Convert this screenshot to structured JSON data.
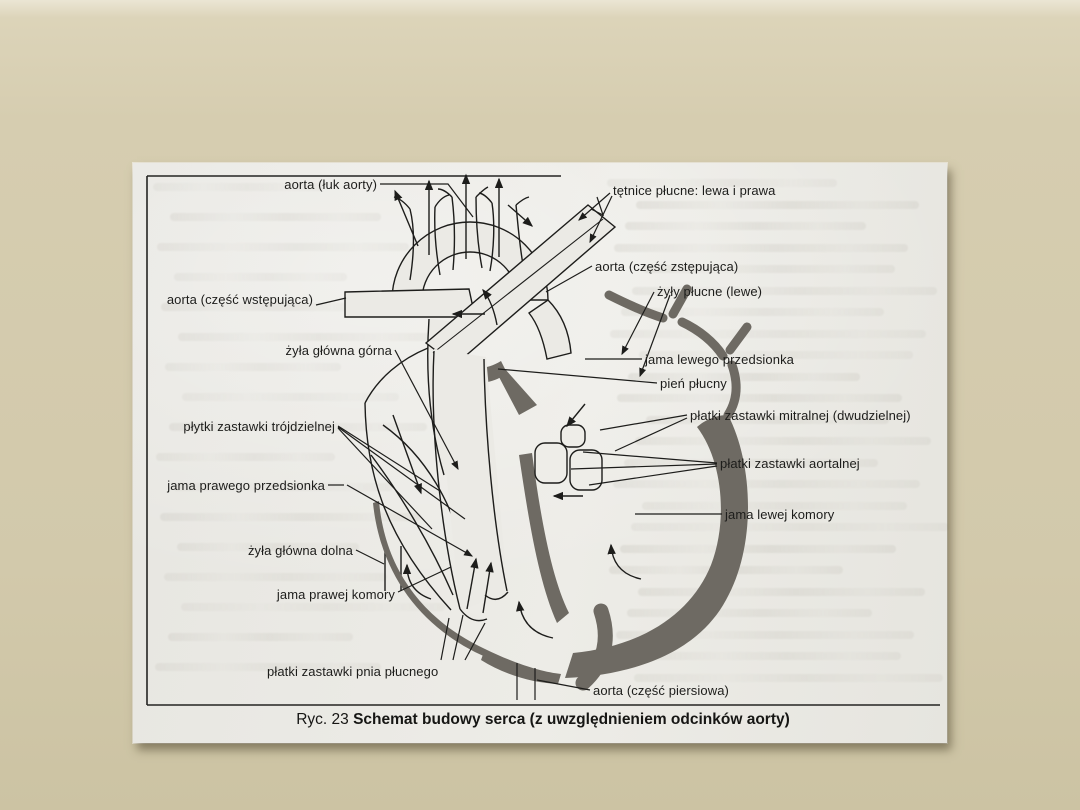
{
  "figure": {
    "caption_prefix": "Ryc. 23",
    "caption_title": "Schemat budowy serca (z uwzględnieniem odcinków aorty)"
  },
  "labels": {
    "luk_aorty": "aorta (łuk aorty)",
    "tetnice_plucne": "tętnice płucne: lewa i prawa",
    "czesc_zstepujaca": "aorta (część zstępująca)",
    "zyly_plucne": "żyły płucne (lewe)",
    "jama_lewego_przedsionka": "jama lewego przedsionka",
    "pien_plucny": "pień płucny",
    "zastawka_mitralna": "płatki zastawki mitralnej (dwudzielnej)",
    "zastawka_aortalna": "płatki zastawki aortalnej",
    "jama_lewej_komory": "jama lewej komory",
    "czesc_wstepujaca": "aorta (część wstępująca)",
    "zyla_glowna_gorna": "żyła główna górna",
    "zastawka_trojdzielna": "płytki zastawki trójdzielnej",
    "jama_prawego_przedsionka": "jama prawego przedsionka",
    "zyla_glowna_dolna": "żyła główna dolna",
    "jama_prawej_komory": "jama prawej komory",
    "zastawka_pnia_plucnego": "płatki zastawki pnia płucnego",
    "czesc_piersiowa": "aorta (część piersiowa)"
  },
  "colors": {
    "slide_background": "#d6cdb0",
    "page_background": "#e9e8e3",
    "ink": "#1d1d1b",
    "heart_muscle_gray": "#6e6a63"
  },
  "decor": {
    "ghost_line_count_right": 24,
    "ghost_line_count_left": 17
  }
}
